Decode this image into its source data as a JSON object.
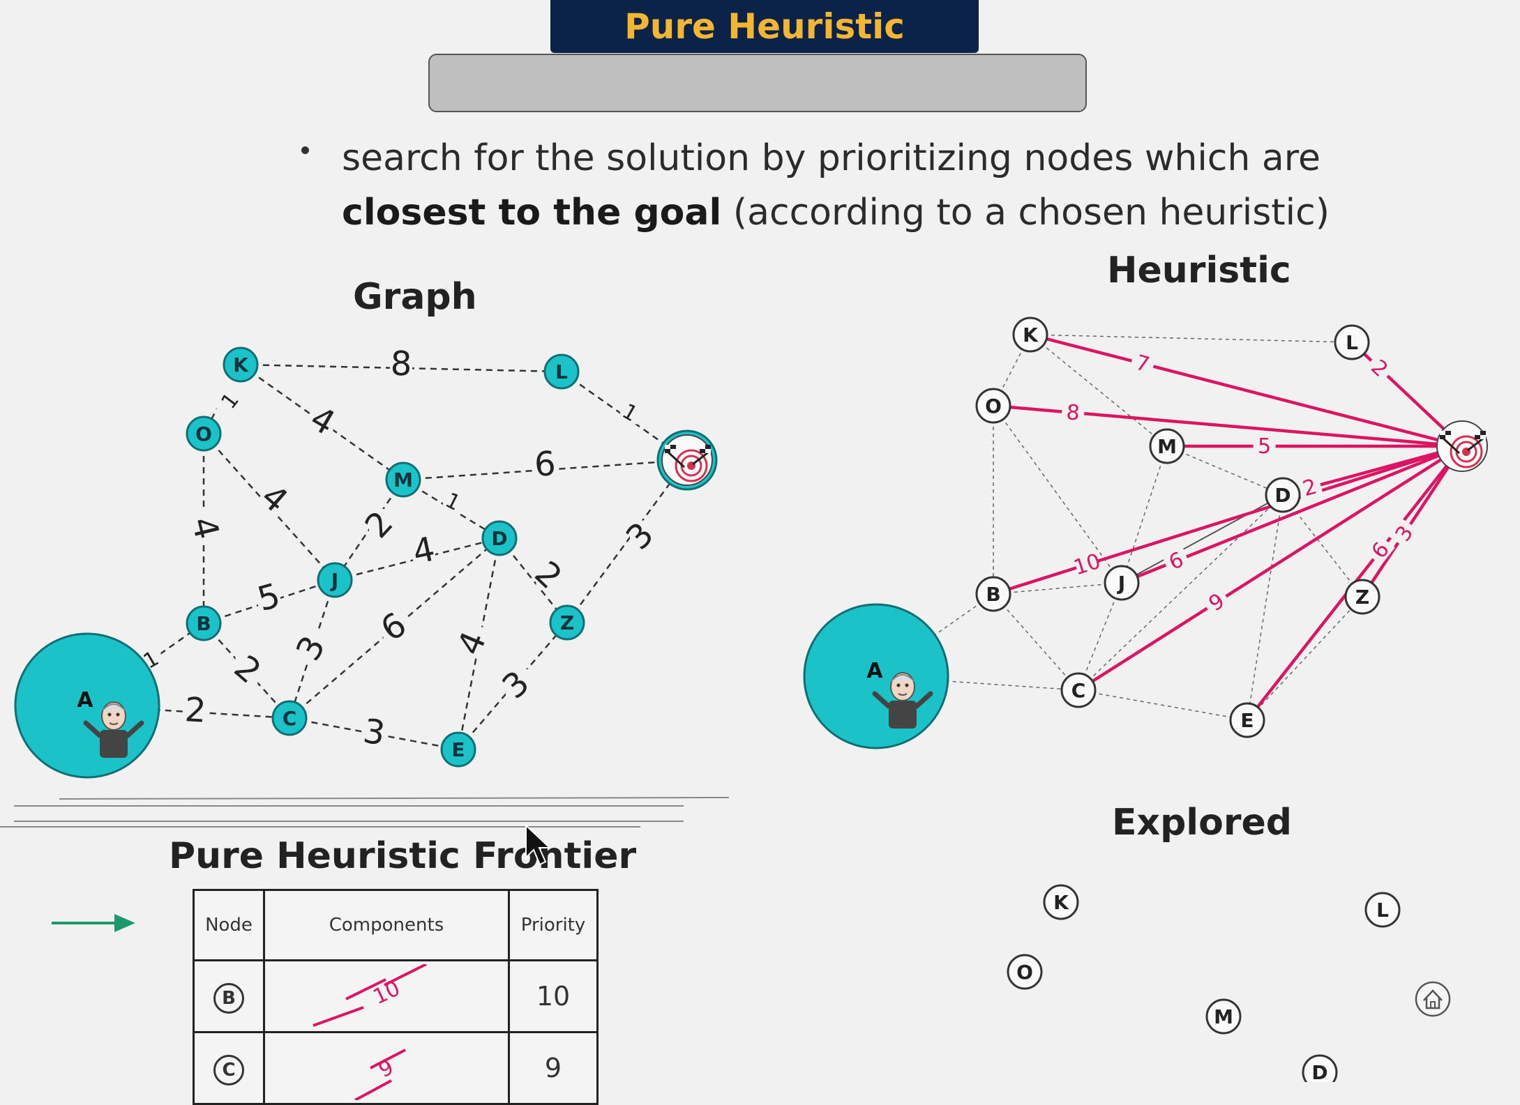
{
  "slide": {
    "title": "Pure Heuristic",
    "bullet_part1": "search for the solution by prioritizing nodes which are",
    "bullet_bold": "closest to the goal",
    "bullet_part2": "(according to a chosen heuristic)"
  },
  "sections": {
    "graph": "Graph",
    "heuristic": "Heuristic",
    "explored": "Explored",
    "frontier": "Pure Heuristic Frontier"
  },
  "graph": {
    "nodes": [
      "A",
      "B",
      "C",
      "D",
      "E",
      "J",
      "K",
      "L",
      "M",
      "O",
      "Z"
    ],
    "edges": [
      {
        "from": "K",
        "to": "L",
        "w": "8"
      },
      {
        "from": "K",
        "to": "O",
        "w": "1"
      },
      {
        "from": "K",
        "to": "M",
        "w": "4"
      },
      {
        "from": "L",
        "to": "goal",
        "w": "1"
      },
      {
        "from": "M",
        "to": "goal",
        "w": "6"
      },
      {
        "from": "M",
        "to": "D",
        "w": "1"
      },
      {
        "from": "M",
        "to": "J",
        "w": "2"
      },
      {
        "from": "O",
        "to": "B",
        "w": "4"
      },
      {
        "from": "O",
        "to": "J",
        "w": "4"
      },
      {
        "from": "J",
        "to": "D",
        "w": "4"
      },
      {
        "from": "B",
        "to": "J",
        "w": "5"
      },
      {
        "from": "J",
        "to": "C",
        "w": "3"
      },
      {
        "from": "C",
        "to": "D",
        "w": "6"
      },
      {
        "from": "D",
        "to": "Z",
        "w": "2"
      },
      {
        "from": "D",
        "to": "E",
        "w": "4"
      },
      {
        "from": "Z",
        "to": "goal",
        "w": "3"
      },
      {
        "from": "E",
        "to": "Z",
        "w": "3"
      },
      {
        "from": "C",
        "to": "E",
        "w": "3"
      },
      {
        "from": "A",
        "to": "B",
        "w": "1"
      },
      {
        "from": "A",
        "to": "C",
        "w": "2"
      },
      {
        "from": "B",
        "to": "C",
        "w": "2"
      }
    ]
  },
  "heuristic": {
    "values": [
      {
        "node": "K",
        "h": "7"
      },
      {
        "node": "L",
        "h": "2"
      },
      {
        "node": "O",
        "h": "8"
      },
      {
        "node": "M",
        "h": "5"
      },
      {
        "node": "D",
        "h": "2"
      },
      {
        "node": "B",
        "h": "10"
      },
      {
        "node": "J",
        "h": "6"
      },
      {
        "node": "C",
        "h": "9"
      },
      {
        "node": "E",
        "h": "6"
      },
      {
        "node": "Z",
        "h": "3"
      }
    ]
  },
  "explored": {
    "nodes": [
      "K",
      "L",
      "O",
      "M",
      "D"
    ]
  },
  "frontier": {
    "headers": [
      "Node",
      "Components",
      "Priority"
    ],
    "rows": [
      {
        "node": "B",
        "component": "10",
        "priority": "10"
      },
      {
        "node": "C",
        "component": "9",
        "priority": "9"
      }
    ]
  },
  "colors": {
    "node_fill": "#1bc3c8",
    "heuristic_edge": "#dc1463",
    "title_bg": "#0c2349",
    "title_text": "#f2b632",
    "arrow": "#1a9a6c"
  },
  "icons": [
    "goal-target-icon",
    "start-character-icon",
    "home-icon",
    "cursor-icon",
    "arrow-right-icon"
  ]
}
